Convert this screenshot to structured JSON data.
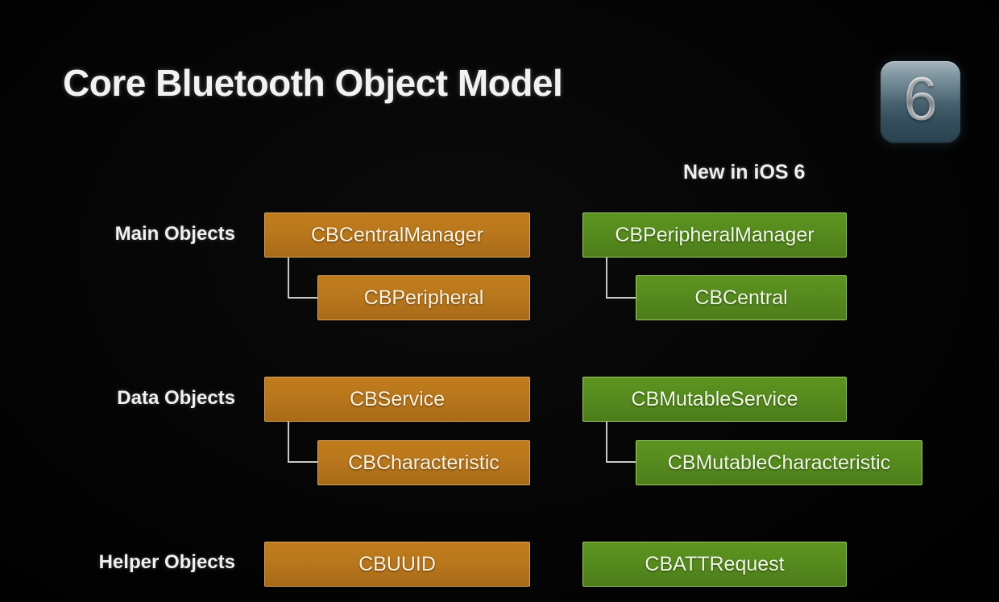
{
  "slide": {
    "title": "Core Bluetooth Object Model",
    "badge": {
      "number": "6",
      "name": "ios-6-badge"
    },
    "new_label": "New in iOS 6",
    "colors": {
      "background": "#000000",
      "orange_fill": "#b9771d",
      "orange_border": "#d9a45a",
      "orange_text": "#fdf3dc",
      "green_fill": "#568b1e",
      "green_border": "#9ec96a",
      "green_text": "#f0f9e2",
      "title_text": "#f2f2f2",
      "connector": "#c8c8c8",
      "badge_gradient_top": "#8fa3ad",
      "badge_gradient_bottom": "#2b4350"
    },
    "rows": [
      {
        "label": "Main Objects",
        "legacy_parent": "CBCentralManager",
        "legacy_child": "CBPeripheral",
        "new_parent": "CBPeripheralManager",
        "new_child": "CBCentral"
      },
      {
        "label": "Data Objects",
        "legacy_parent": "CBService",
        "legacy_child": "CBCharacteristic",
        "new_parent": "CBMutableService",
        "new_child": "CBMutableCharacteristic"
      },
      {
        "label": "Helper Objects",
        "legacy_parent": "CBUUID",
        "new_parent": "CBATTRequest"
      }
    ]
  }
}
